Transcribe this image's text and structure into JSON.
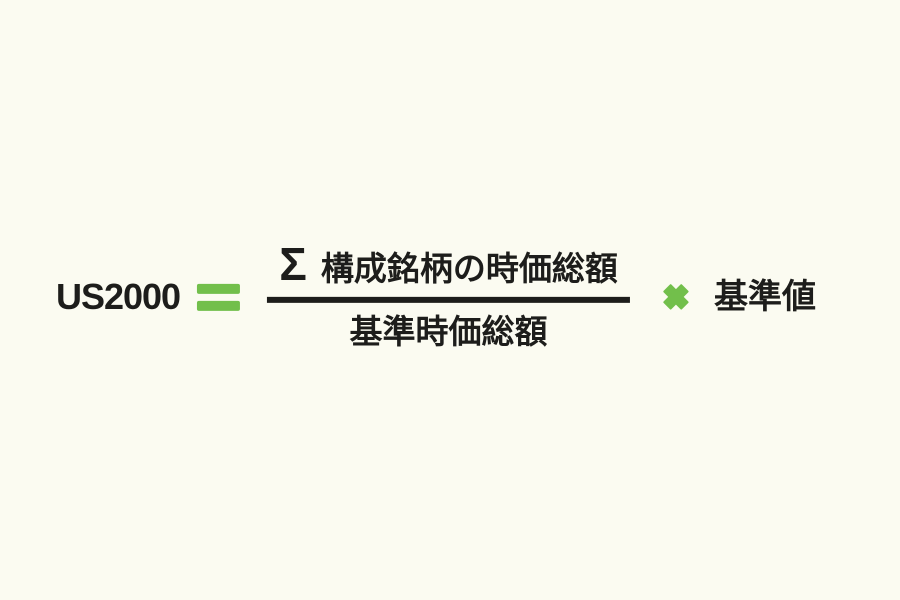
{
  "colors": {
    "background": "#FBFBF1",
    "text": "#1D1D1B",
    "accent_green": "#72BF4B"
  },
  "formula": {
    "lhs": "US2000",
    "equals_icon": "equals-sign",
    "numerator_sigma": "Σ",
    "numerator": "構成銘柄の時価総額",
    "denominator": "基準時価総額",
    "multiply_icon": "multiplication-x",
    "rhs": "基準値"
  }
}
